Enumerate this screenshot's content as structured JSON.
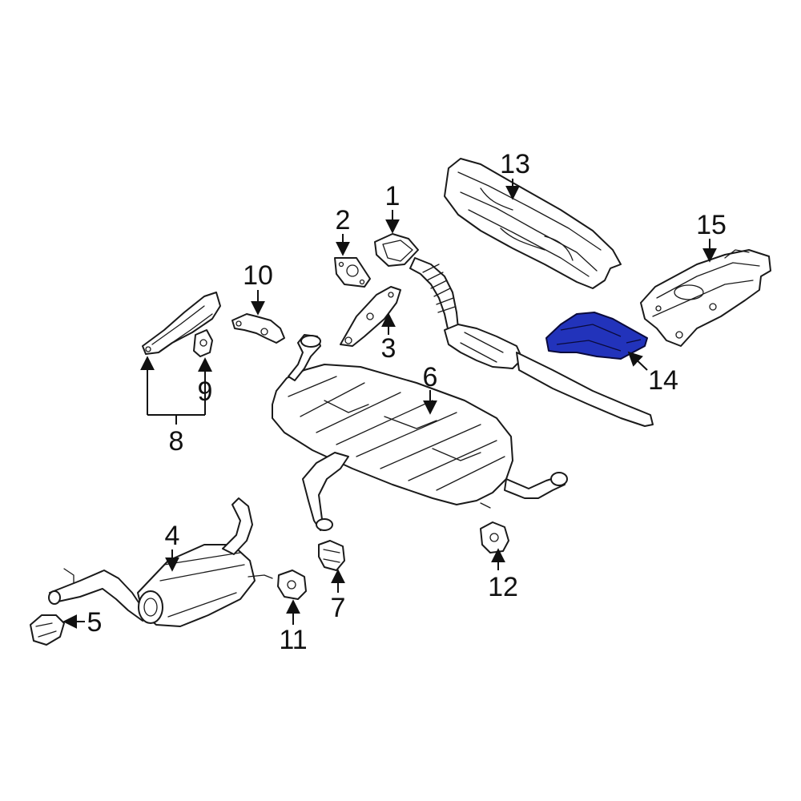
{
  "colors": {
    "highlight": "#2233bb",
    "line": "#1a1a1a",
    "background": "#ffffff"
  },
  "callouts": {
    "c1": "1",
    "c2": "2",
    "c3": "3",
    "c4": "4",
    "c5": "5",
    "c6": "6",
    "c7": "7",
    "c8": "8",
    "c9": "9",
    "c10": "10",
    "c11": "11",
    "c12": "12",
    "c13": "13",
    "c14": "14",
    "c15": "15"
  }
}
